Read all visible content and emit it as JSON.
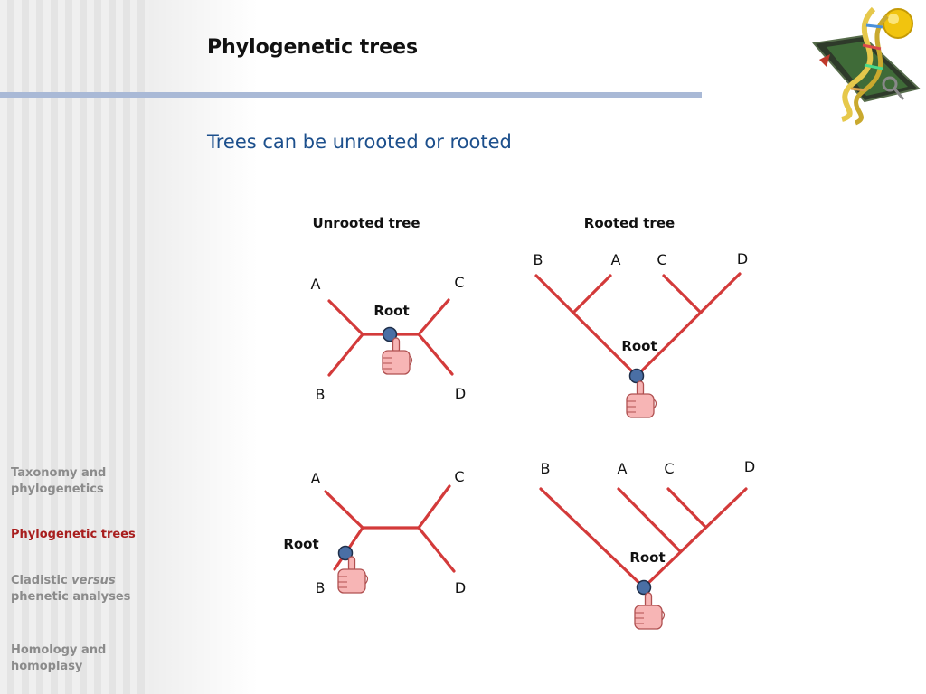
{
  "slide": {
    "title": "Phylogenetic trees",
    "subtitle": "Trees can be unrooted or rooted"
  },
  "colors": {
    "accent_bar": "#a9b9d6",
    "subtitle": "#1c4f8c",
    "branch": "#d33a3a",
    "root_node": "#4a6fa5",
    "sidebar_text": "#8b8b8b",
    "sidebar_active": "#a81e1e",
    "hand_fill": "#f7b5b5"
  },
  "sidebar": {
    "items": [
      {
        "line1": "Taxonomy and",
        "line2": "phylogenetics",
        "active": false
      },
      {
        "line1": "Phylogenetic trees",
        "line2": "",
        "active": true
      },
      {
        "line1_pre": "Cladistic ",
        "line1_em": "versus",
        "line2": "phenetic analyses",
        "active": false
      },
      {
        "line1": "Homology and",
        "line2": "homoplasy",
        "active": false
      }
    ]
  },
  "diagram": {
    "headings": {
      "unrooted": "Unrooted tree",
      "rooted": "Rooted tree"
    },
    "root_label": "Root",
    "taxa": [
      "A",
      "B",
      "C",
      "D"
    ],
    "pointer_icon": "pointing-hand-icon"
  },
  "logo": {
    "icon": "dna-helix-logo-icon"
  }
}
